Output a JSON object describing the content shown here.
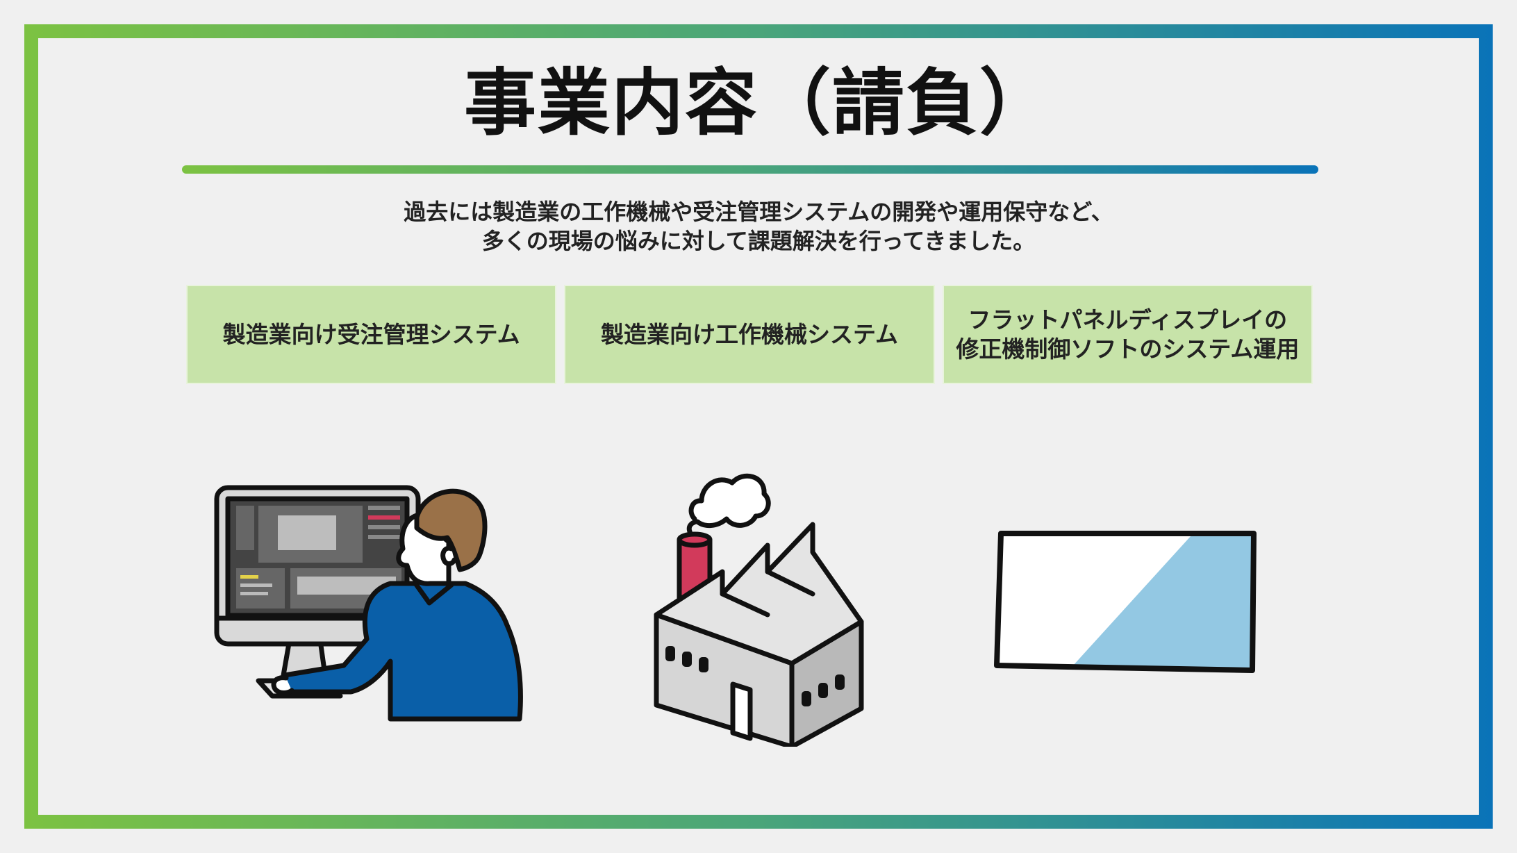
{
  "title": "事業内容（請負）",
  "intro": {
    "line1": "過去には製造業の工作機械や受注管理システムの開発や運用保守など、",
    "line2": "多くの現場の悩みに対して課題解決を行ってきました。"
  },
  "cards": [
    {
      "label": "製造業向け受注管理システム"
    },
    {
      "label": "製造業向け工作機械システム"
    },
    {
      "line1": "フラットパネルディスプレイの",
      "line2": "修正機制御ソフトのシステム運用"
    }
  ],
  "illustrations": [
    {
      "icon": "computer-worker-icon"
    },
    {
      "icon": "factory-icon"
    },
    {
      "icon": "flat-panel-display-icon"
    }
  ],
  "colors": {
    "gradient_start": "#7cc242",
    "gradient_end": "#0a73b8",
    "card_bg": "#c7e3a9",
    "worker_shirt": "#0a5fa8",
    "chimney": "#d23a5b",
    "panel_blue": "#93c8e3"
  }
}
